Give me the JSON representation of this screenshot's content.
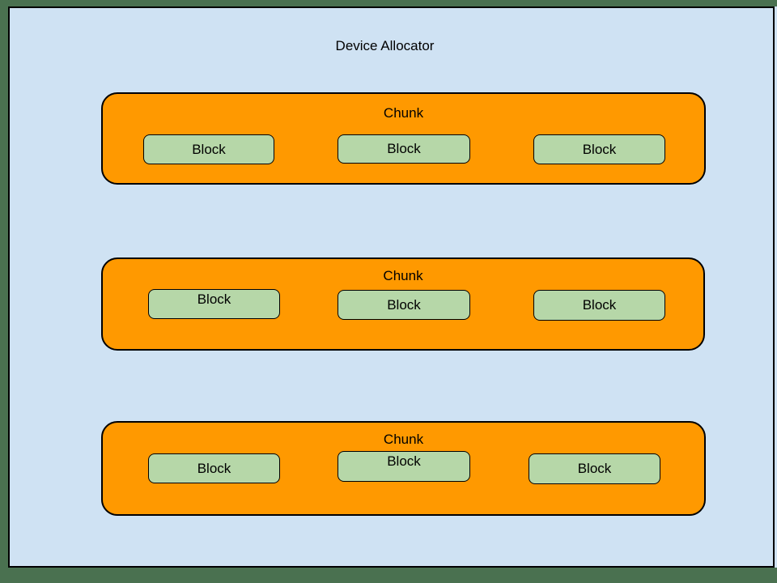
{
  "title": "Device Allocator",
  "colors": {
    "frame_background": "#4a7150",
    "page_background": "#cfe2f3",
    "chunk_fill": "#ff9900",
    "block_fill": "#b6d7a8",
    "border": "#000000"
  },
  "chunks": [
    {
      "label": "Chunk",
      "blocks": [
        {
          "label": "Block"
        },
        {
          "label": "Block"
        },
        {
          "label": "Block"
        }
      ]
    },
    {
      "label": "Chunk",
      "blocks": [
        {
          "label": "Block"
        },
        {
          "label": "Block"
        },
        {
          "label": "Block"
        }
      ]
    },
    {
      "label": "Chunk",
      "blocks": [
        {
          "label": "Block"
        },
        {
          "label": "Block"
        },
        {
          "label": "Block"
        }
      ]
    }
  ]
}
